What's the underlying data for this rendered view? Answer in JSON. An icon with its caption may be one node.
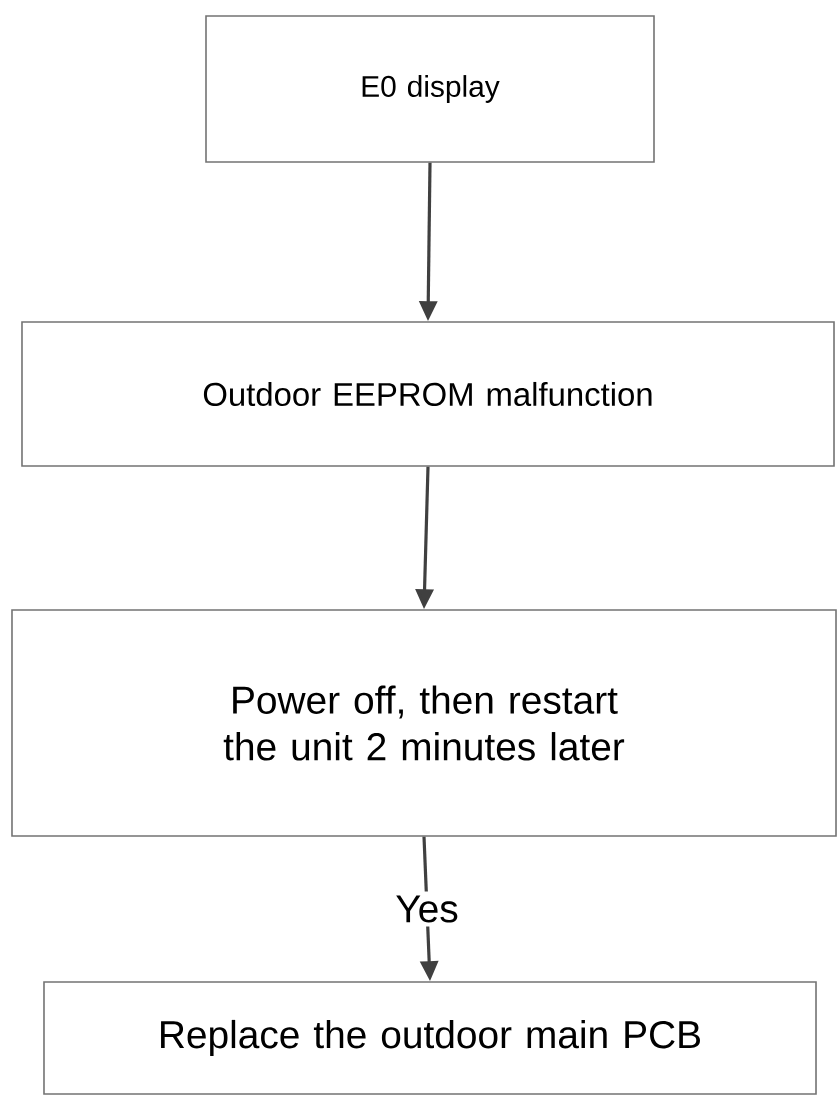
{
  "diagram": {
    "nodes": [
      {
        "text": [
          "E0 display"
        ]
      },
      {
        "text": [
          "Outdoor EEPROM malfunction"
        ]
      },
      {
        "text": [
          "Power off, then restart the unit 2 minutes later"
        ]
      },
      {
        "text": [
          "Replace the outdoor main PCB"
        ]
      }
    ],
    "edges": [
      {
        "from": 0,
        "to": 1,
        "arrow": "to"
      },
      {
        "from": 1,
        "to": 2,
        "arrow": "to"
      },
      {
        "from": 2,
        "to": 3,
        "arrow": "to",
        "label": "Yes"
      }
    ]
  }
}
